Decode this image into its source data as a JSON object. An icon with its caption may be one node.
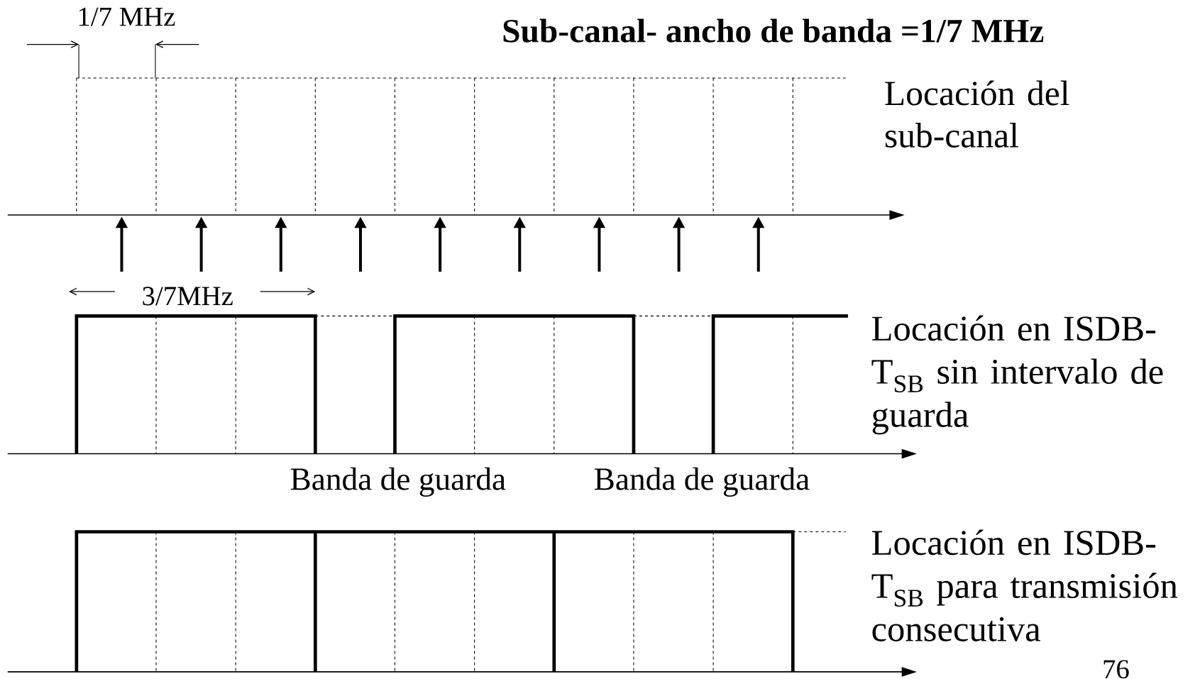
{
  "diagram": {
    "title": "Sub-canal- ancho de banda =1/7 MHz",
    "labels": [
      "1/7 MHz",
      "Locación del sub-canal",
      "3/7MHz",
      "Locación en ISDB-T$_{SB}$ sin intervalo de guarda",
      "Banda de guarda",
      "Banda de guarda",
      "Locación en ISDB-T$_{SB}$ para transmisión consecutiva",
      "76"
    ]
  }
}
